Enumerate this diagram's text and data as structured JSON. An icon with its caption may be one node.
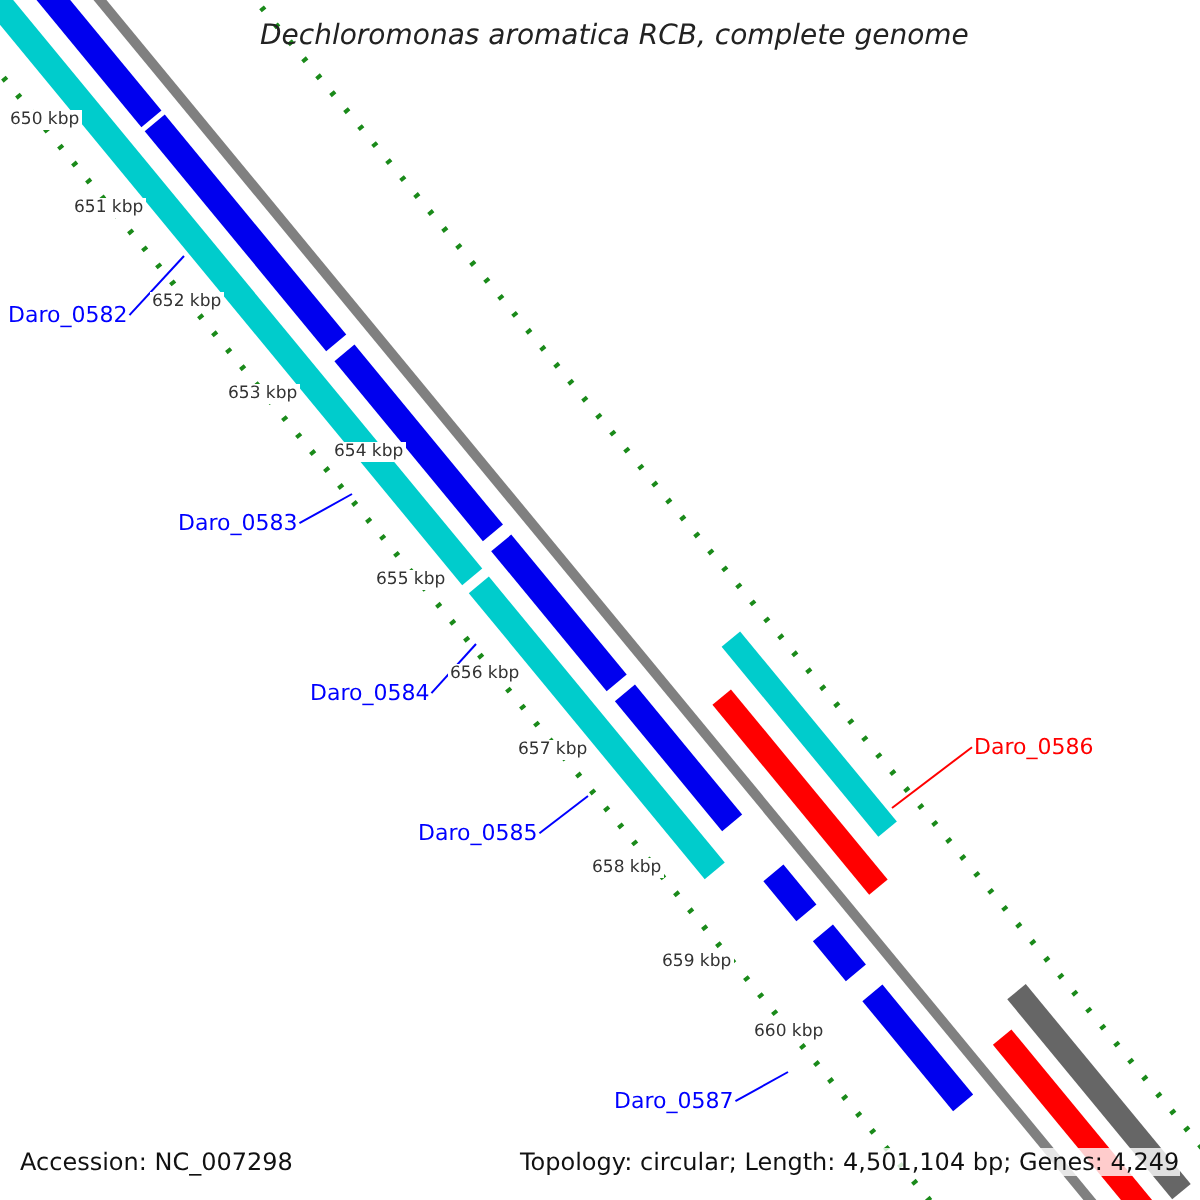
{
  "diagram": {
    "title": "Dechloromonas aromatica RCB, complete genome",
    "nodes": [
      {
        "text": [
          "Daro_0582"
        ]
      },
      {
        "text": [
          "Daro_0583"
        ]
      },
      {
        "text": [
          "Daro_0584"
        ]
      },
      {
        "text": [
          "Daro_0586"
        ]
      },
      {
        "text": [
          "Daro_0585"
        ]
      },
      {
        "text": [
          "Daro_0587"
        ]
      }
    ],
    "edges": [
      {
        "from": 0,
        "to": null,
        "arrow": "none"
      },
      {
        "from": 1,
        "to": null,
        "arrow": "none"
      },
      {
        "from": 2,
        "to": null,
        "arrow": "none"
      },
      {
        "from": 3,
        "to": null,
        "arrow": "none",
        "color": "#ff0000"
      },
      {
        "from": 4,
        "to": null,
        "arrow": "none"
      },
      {
        "from": 5,
        "to": null,
        "arrow": "none"
      }
    ],
    "labels": [
      "650 kbp",
      "651 kbp",
      "652 kbp",
      "653 kbp",
      "654 kbp",
      "655 kbp",
      "656 kbp",
      "657 kbp",
      "658 kbp",
      "659 kbp",
      "660 kbp",
      "Accession: NC_007298",
      "Topology: circular; Length: 4,501,104 bp; Genes: 4,249"
    ]
  }
}
